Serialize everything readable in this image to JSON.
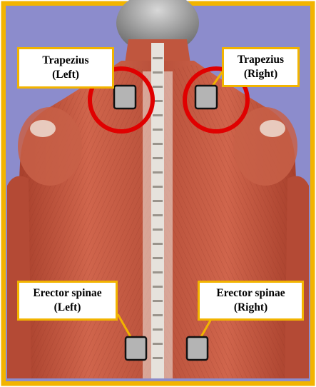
{
  "labels": {
    "trapezius_left": {
      "name": "Trapezius",
      "side": "(Left)"
    },
    "trapezius_right": {
      "name": "Trapezius",
      "side": "(Right)"
    },
    "erector_left": {
      "name": "Erector spinae",
      "side": "(Left)"
    },
    "erector_right": {
      "name": "Erector spinae",
      "side": "(Right)"
    }
  },
  "colors": {
    "background": "#8c8ccc",
    "border": "#f2b400",
    "muscle": "#c0543c",
    "highlight_circle": "#e00000",
    "sensor_fill": "#b4b4b4",
    "sensor_stroke": "#111111"
  }
}
